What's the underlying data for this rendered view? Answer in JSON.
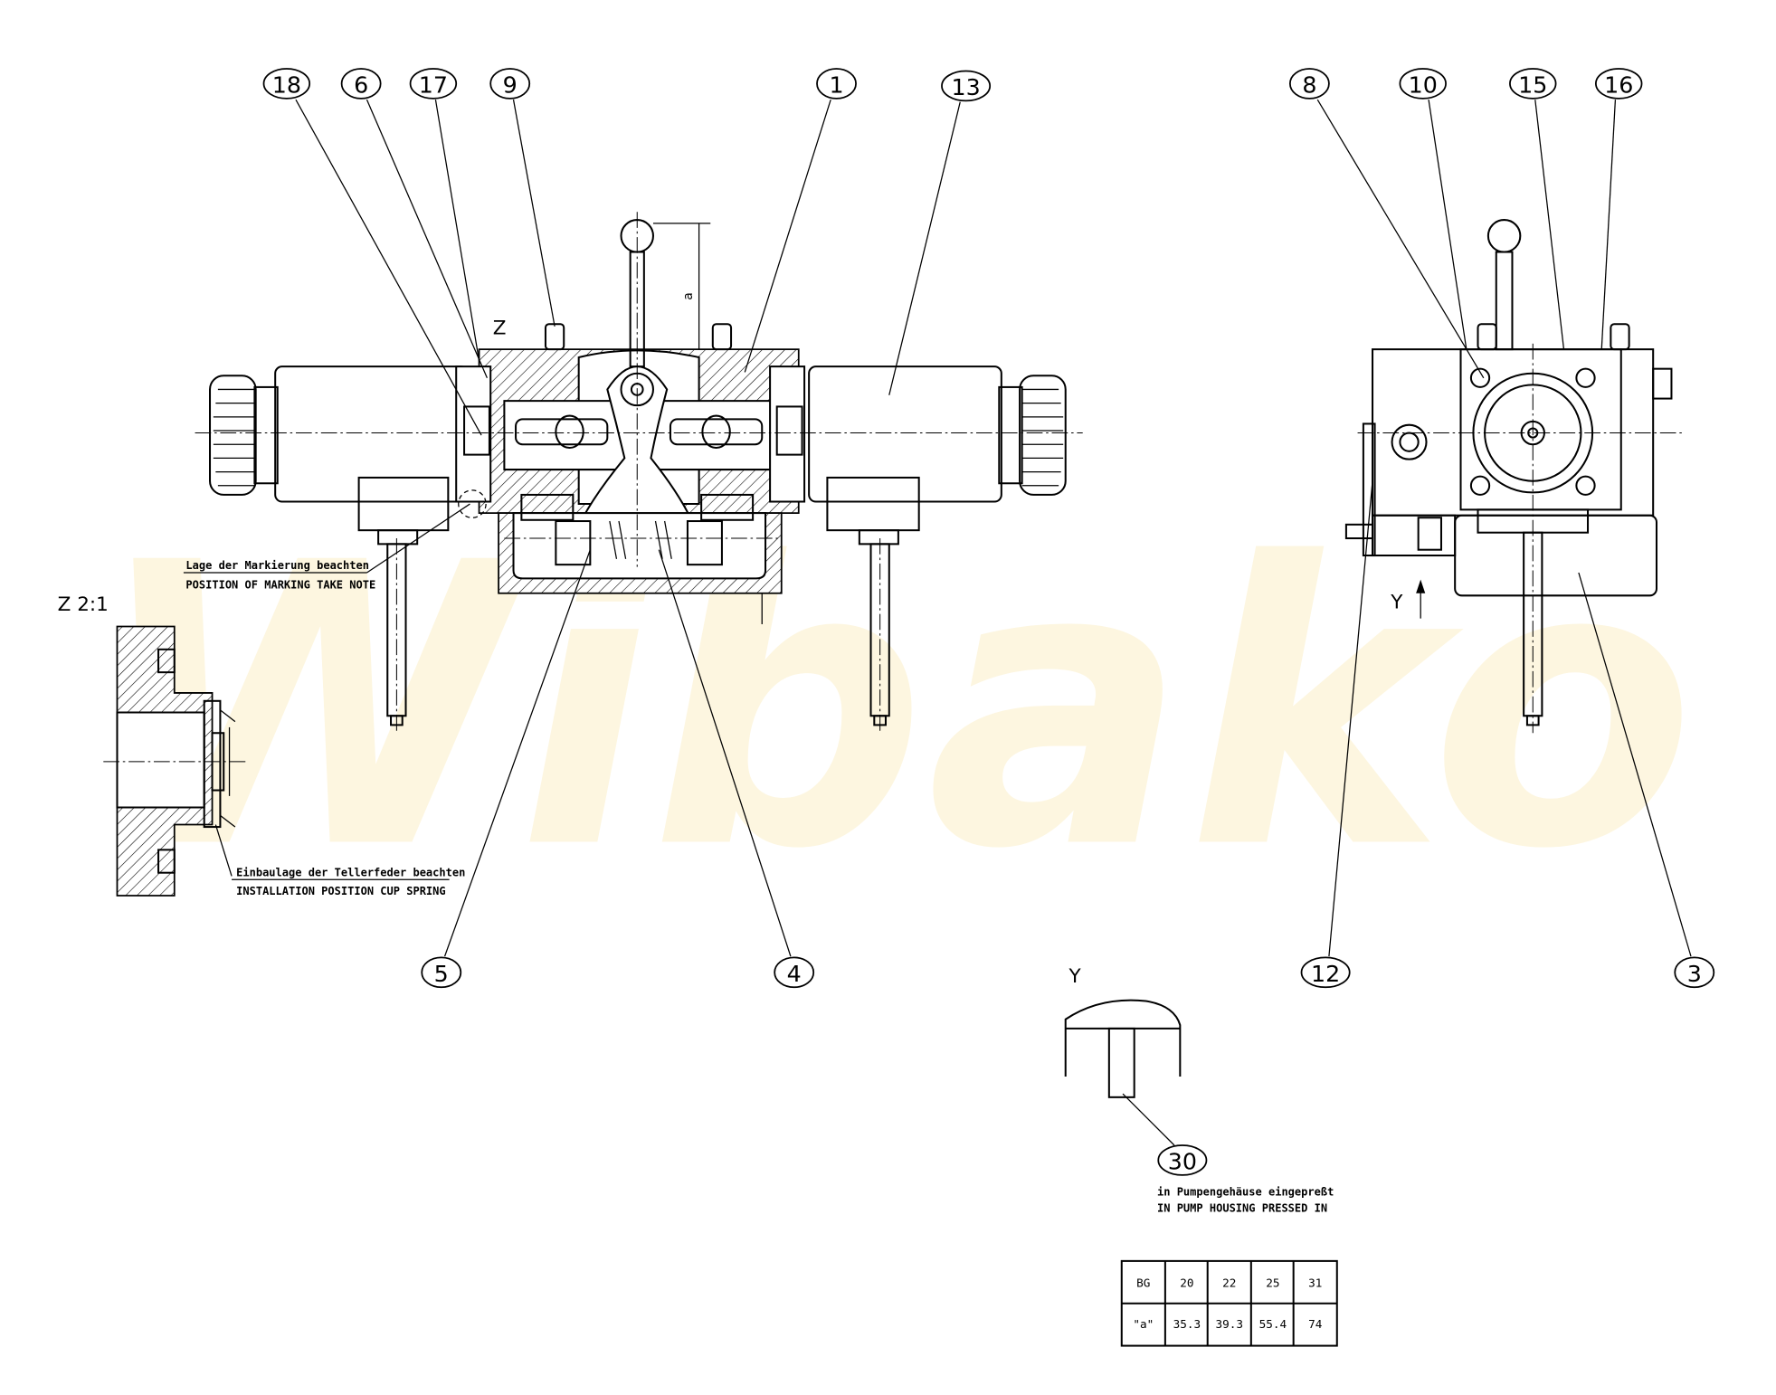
{
  "watermark": "Wibako",
  "callouts": [
    "18",
    "6",
    "17",
    "9",
    "1",
    "13",
    "8",
    "10",
    "15",
    "16",
    "5",
    "4",
    "12",
    "3",
    "30"
  ],
  "labels": {
    "detail_z": "Z",
    "detail_z_scale": "Z 2:1",
    "view_y_arrow": "Y",
    "view_y_title": "Y",
    "dim_a": "a"
  },
  "notes": {
    "marking_de": "Lage der Markierung beachten",
    "marking_en": "POSITION OF MARKING TAKE NOTE",
    "spring_de": "Einbaulage der Tellerfeder beachten",
    "spring_en": "INSTALLATION POSITION CUP SPRING",
    "pressed_de": "in Pumpengehäuse eingepreßt",
    "pressed_en": "IN PUMP HOUSING PRESSED IN"
  },
  "table": {
    "rows": [
      [
        "BG",
        "20",
        "22",
        "25",
        "31"
      ],
      [
        "\"a\"",
        "35.3",
        "39.3",
        "55.4",
        "74"
      ]
    ]
  }
}
